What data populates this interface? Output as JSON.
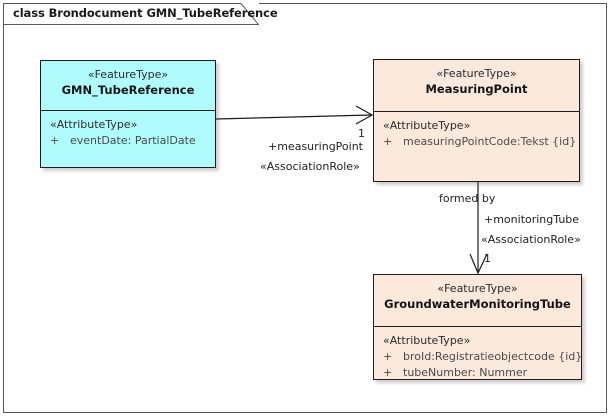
{
  "diagram": {
    "title": "class Brondocument GMN_TubeReference",
    "colors": {
      "feature_type_fill": "#b0fcfc",
      "object_type_fill": "#fbe9db",
      "border": "#1c1c1c",
      "frame": "#5a5a5a"
    }
  },
  "classes": [
    {
      "id": "gmn-tubereference",
      "stereotype": "«FeatureType»",
      "name": "GMN_TubeReference",
      "attribute_stereotype": "«AttributeType»",
      "attributes": [
        {
          "visibility": "+",
          "text": "eventDate: PartialDate"
        }
      ]
    },
    {
      "id": "measuringpoint",
      "stereotype": "«FeatureType»",
      "name": "MeasuringPoint",
      "attribute_stereotype": "«AttributeType»",
      "attributes": [
        {
          "visibility": "+",
          "text": "measuringPointCode:Tekst {id}"
        }
      ]
    },
    {
      "id": "groundwatermonitoringtube",
      "stereotype": "«FeatureType»",
      "name": "GroundwaterMonitoringTube",
      "attribute_stereotype": "«AttributeType»",
      "attributes": [
        {
          "visibility": "+",
          "text": "broId:Registratieobjectcode {id}"
        },
        {
          "visibility": "+",
          "text": "tubeNumber: Nummer"
        }
      ]
    }
  ],
  "associations": [
    {
      "id": "tubereference-to-measuringpoint",
      "multiplicity": "1",
      "role": "+measuringPoint",
      "role_stereotype": "«AssociationRole»",
      "name": ""
    },
    {
      "id": "measuringpoint-to-monitoringtube",
      "name": "formed by",
      "role": "+monitoringTube",
      "role_stereotype": "«AssociationRole»",
      "multiplicity": "1"
    }
  ]
}
